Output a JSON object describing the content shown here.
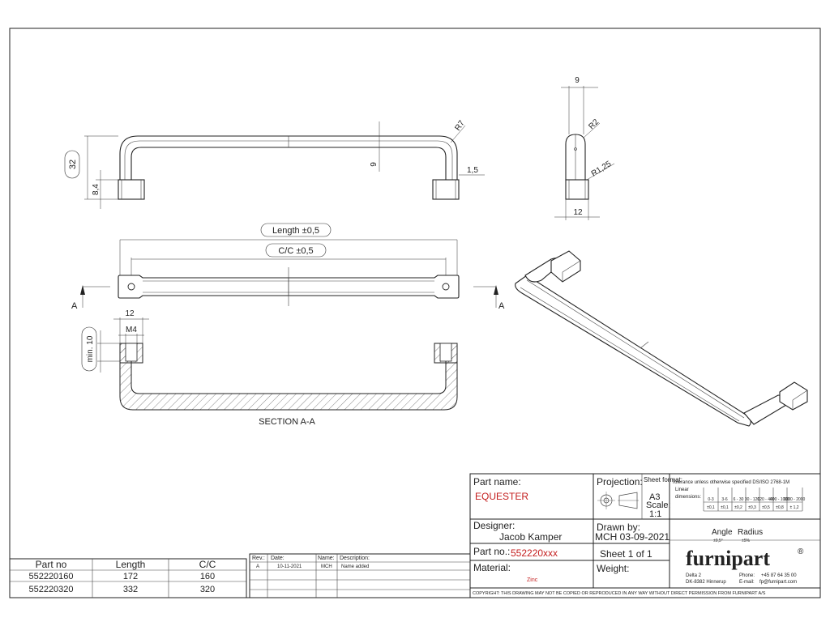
{
  "dims": {
    "height_32": "32",
    "height_8_4": "8,4",
    "dim_9_front": "9",
    "r7": "R7",
    "dim_1_5": "1,5",
    "side_9": "9",
    "r2": "R2",
    "r1_25": "R1,25",
    "side_12": "12",
    "length_label": "Length ±0,5",
    "cc_label": "C/C ±0,5",
    "section_12": "12",
    "m4": "M4",
    "min10": "min. 10",
    "section_marker": "A"
  },
  "section_title": "SECTION A-A",
  "parts_table": {
    "headers": [
      "Part no",
      "Length",
      "C/C"
    ],
    "rows": [
      [
        "552220160",
        "172",
        "160"
      ],
      [
        "552220320",
        "332",
        "320"
      ]
    ]
  },
  "revision_table": {
    "headers": [
      "Rev.:",
      "Date:",
      "Name:",
      "Description:"
    ],
    "rows": [
      [
        "A",
        "10-11-2021",
        "MCH",
        "Name added"
      ]
    ]
  },
  "title_block": {
    "part_name_label": "Part name:",
    "part_name": "EQUESTER",
    "projection_label": "Projection:",
    "sheet_format_label": "Sheet format:",
    "sheet_format": "A3",
    "scale_label": "Scale:",
    "scale": "1:1",
    "tolerance_title": "Tolerance unless otherwise specified DS/ISO 2768-1M",
    "linear_label": "Linear",
    "dimensions_label": "dimensions:",
    "tol_ranges": [
      "0-3",
      "3-6",
      "6 - 30",
      "30 - 120",
      "120 - 400",
      "400 - 1000",
      "1000 - 2000"
    ],
    "tol_values": [
      "±0,1",
      "±0,1",
      "±0,2",
      "±0,3",
      "±0,5",
      "±0,8",
      "± 1,2"
    ],
    "angle_label": "Angle",
    "radius_label": "Radius",
    "angle_value": "±0,5°",
    "radius_value": "±5%",
    "designer_label": "Designer:",
    "designer": "Jacob Kamper",
    "drawn_by_label": "Drawn by:",
    "drawn_by": "MCH 03-09-2021",
    "part_no_label": "Part no.:",
    "part_no": "552220xxx",
    "sheet_info": "Sheet 1 of 1",
    "material_label": "Material:",
    "material": "Zinc",
    "weight_label": "Weight:",
    "copyright": "COPYRIGHT: THIS DRAWING MAY NOT BE COPIED OR REPRODUCED IN ANY WAY WITHOUT DIRECT PERMISSION FROM FURNIPART A/S"
  },
  "company": {
    "logo": "furnipart",
    "registered": "®",
    "address1": "Delta 2",
    "address2": "DK-8382 Hinnerup",
    "phone_label": "Phone:",
    "phone": "+45 87 64 35 00",
    "email_label": "E-mail:",
    "email": "fp@furnipart.com"
  }
}
